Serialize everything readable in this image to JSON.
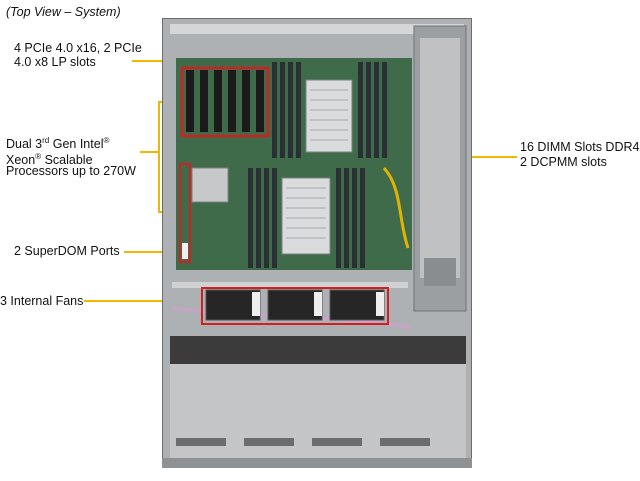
{
  "header": {
    "view_title": "(Top View – System)"
  },
  "callouts": {
    "pcie": {
      "line1": "4 PCIe 4.0 x16, 2 PCIe",
      "line2": "4.0 x8 LP slots"
    },
    "cpu": {
      "line1_pre": "Dual 3",
      "line1_sup": "rd",
      "line1_post": " Gen Intel",
      "line1_mark": "®",
      "line2_pre": "Xeon",
      "line2_mark": "®",
      "line2_post": " Scalable",
      "line3": "Processors up to 270W"
    },
    "dimm": {
      "line1": "16 DIMM  Slots DDR4",
      "line2": "2 DCPMM slots"
    },
    "superdom": {
      "label": "2 SuperDOM Ports"
    },
    "fans": {
      "label": "3 Internal  Fans"
    }
  },
  "colors": {
    "leader": "#f2b700",
    "highlight": "#d21f1f",
    "chassis": "#b9bcbe",
    "board": "#3f6b4a"
  }
}
